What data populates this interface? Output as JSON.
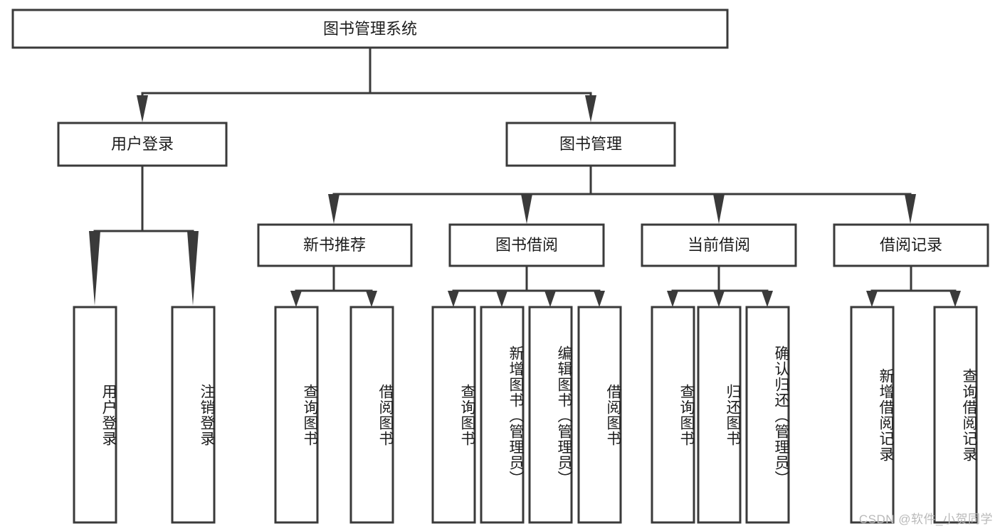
{
  "diagram": {
    "type": "tree",
    "title": "图书管理系统",
    "watermark": "CSDN @软件_小贺同学",
    "colors": {
      "box_stroke": "#3a3a3a",
      "box_fill": "#ffffff",
      "text": "#1c1c1c",
      "background": "#ffffff",
      "watermark": "#b9b9b9"
    },
    "levels": {
      "root": "图书管理系统",
      "level2": [
        "用户登录",
        "图书管理"
      ],
      "level3": [
        "新书推荐",
        "图书借阅",
        "当前借阅",
        "借阅记录"
      ]
    },
    "nodes": {
      "root": {
        "label": "图书管理系统"
      },
      "user_login": {
        "label": "用户登录"
      },
      "book_manage": {
        "label": "图书管理"
      },
      "new_book_rec": {
        "label": "新书推荐"
      },
      "book_borrow": {
        "label": "图书借阅"
      },
      "current_borrow": {
        "label": "当前借阅"
      },
      "borrow_record": {
        "label": "借阅记录"
      }
    },
    "leaves": {
      "user_login": [
        {
          "label": "用户登录"
        },
        {
          "label": "注销登录"
        }
      ],
      "new_book_rec": [
        {
          "label": "查询图书"
        },
        {
          "label": "借阅图书"
        }
      ],
      "book_borrow": [
        {
          "label": "查询图书"
        },
        {
          "label": "新增图书（管理员）"
        },
        {
          "label": "编辑图书（管理员）"
        },
        {
          "label": "借阅图书"
        }
      ],
      "current_borrow": [
        {
          "label": "查询图书"
        },
        {
          "label": "归还图书"
        },
        {
          "label": "确认归还（管理员）"
        }
      ],
      "borrow_record": [
        {
          "label": "新增借阅记录"
        },
        {
          "label": "查询借阅记录"
        }
      ]
    },
    "edges": [
      {
        "from": "图书管理系统",
        "to": "用户登录"
      },
      {
        "from": "图书管理系统",
        "to": "图书管理"
      },
      {
        "from": "图书管理",
        "to": "新书推荐"
      },
      {
        "from": "图书管理",
        "to": "图书借阅"
      },
      {
        "from": "图书管理",
        "to": "当前借阅"
      },
      {
        "from": "图书管理",
        "to": "借阅记录"
      },
      {
        "from": "用户登录",
        "to": "用户登录"
      },
      {
        "from": "用户登录",
        "to": "注销登录"
      },
      {
        "from": "新书推荐",
        "to": "查询图书"
      },
      {
        "from": "新书推荐",
        "to": "借阅图书"
      },
      {
        "from": "图书借阅",
        "to": "查询图书"
      },
      {
        "from": "图书借阅",
        "to": "新增图书（管理员）"
      },
      {
        "from": "图书借阅",
        "to": "编辑图书（管理员）"
      },
      {
        "from": "图书借阅",
        "to": "借阅图书"
      },
      {
        "from": "当前借阅",
        "to": "查询图书"
      },
      {
        "from": "当前借阅",
        "to": "归还图书"
      },
      {
        "from": "当前借阅",
        "to": "确认归还（管理员）"
      },
      {
        "from": "借阅记录",
        "to": "新增借阅记录"
      },
      {
        "from": "借阅记录",
        "to": "查询借阅记录"
      }
    ]
  }
}
